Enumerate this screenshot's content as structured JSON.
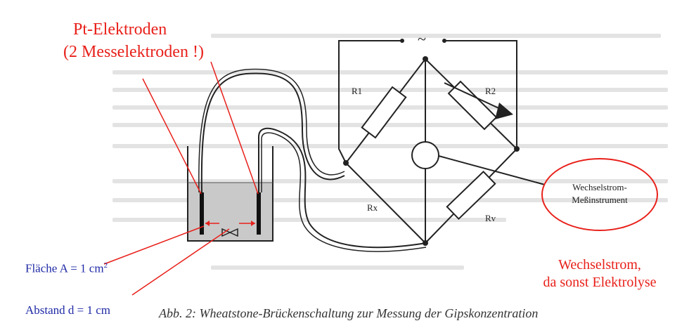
{
  "labels": {
    "electrodes_title_1": "Pt-Elektroden",
    "electrodes_title_2": "(2 Messelektroden !)",
    "area_text": "Fläche A = 1 cm",
    "area_sup": "2",
    "distance_text": "Abstand d = 1 cm",
    "ac_note_1": "Wechselstrom,",
    "ac_note_2": "da sonst Elektrolyse",
    "instrument_1": "Wechselstrom-",
    "instrument_2": "Meßinstrument",
    "caption": "Abb. 2: Wheatstone-Brückenschaltung zur Messung der Gipskonzentration"
  },
  "circuit": {
    "source_symbol": "~",
    "r1": "R1",
    "r2": "R2",
    "rx": "Rx",
    "rv": "Rv"
  },
  "colors": {
    "annotation_red": "#e8201a",
    "annotation_blue": "#1f2aa6",
    "line_dark": "#222222",
    "liquid_gray": "#c9c9c9"
  }
}
